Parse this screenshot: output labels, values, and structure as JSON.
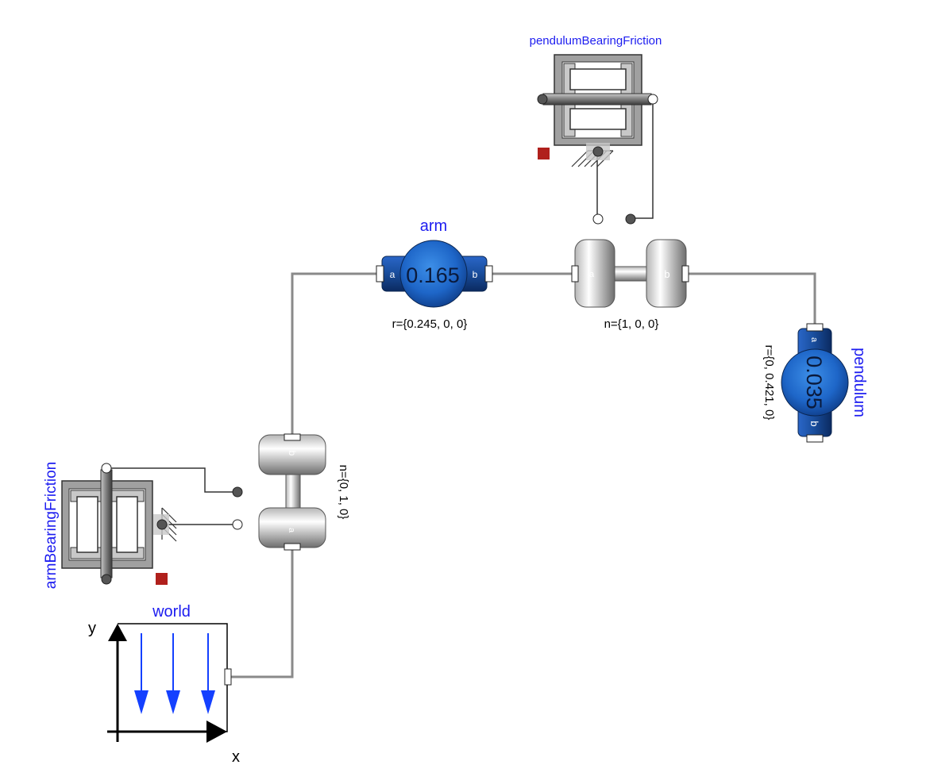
{
  "diagram": {
    "components": {
      "pendulum_bearing_friction": {
        "name": "pendulumBearingFriction"
      },
      "arm_bearing_friction": {
        "name": "armBearingFriction"
      },
      "world": {
        "name": "world",
        "axis_x": "x",
        "axis_y": "y"
      },
      "arm": {
        "name": "arm",
        "mass": "0.165",
        "param": "r={0.245, 0, 0}",
        "port_a": "a",
        "port_b": "b"
      },
      "pendulum": {
        "name": "pendulum",
        "mass": "0.035",
        "param": "r={0, 0.421, 0}",
        "port_a": "a",
        "port_b": "b"
      },
      "revolute_top": {
        "param": "n={1, 0, 0}",
        "port_a": "a",
        "port_b": "b"
      },
      "revolute_left": {
        "param": "n={0, 1, 0}",
        "port_a": "a",
        "port_b": "b"
      }
    },
    "colors": {
      "label_blue": "#1c1cf0",
      "body_blue": "#1f5fb8",
      "wire_gray": "#8a8a8a",
      "friction_red": "#b0201c",
      "gravity_arrow": "#1440ff"
    }
  }
}
